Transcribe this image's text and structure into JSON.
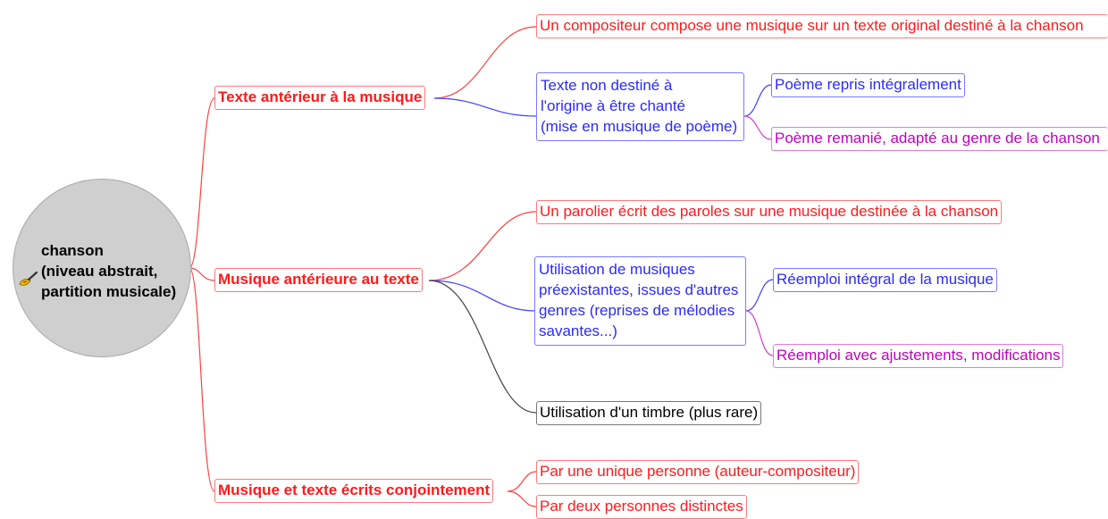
{
  "root": {
    "lines": [
      "chanson",
      "(niveau abstrait,",
      "partition musicale)"
    ],
    "icon": "paintbrush-icon"
  },
  "branches": {
    "texte": {
      "label": "Texte antérieur à la musique",
      "compositeur": "Un compositeur compose une musique sur un texte original destiné à la chanson",
      "non_destine": {
        "lines": [
          "Texte non destiné à",
          "l'origine à être chanté",
          "(mise en musique de poème)"
        ],
        "integral": "Poème repris intégralement",
        "remanie": "Poème remanié, adapté au genre de la chanson"
      }
    },
    "musique": {
      "label": "Musique antérieure au texte",
      "parolier": "Un parolier écrit des paroles sur une musique destinée à la chanson",
      "preexistantes": {
        "lines": [
          "Utilisation de musiques",
          "préexistantes, issues d'autres",
          "genres (reprises de mélodies",
          "savantes...)"
        ],
        "integral": "Réemploi intégral de la musique",
        "ajustements": "Réemploi avec ajustements, modifications"
      },
      "timbre": "Utilisation d'un timbre (plus rare)"
    },
    "conjoint": {
      "label": "Musique et texte écrits conjointement",
      "unique": "Par une unique personne (auteur-compositeur)",
      "deux": "Par deux personnes distinctes"
    }
  },
  "colors": {
    "red": "#ff1a1a",
    "blue": "#2a2aff",
    "purple": "#c000c0",
    "black": "#000000"
  }
}
